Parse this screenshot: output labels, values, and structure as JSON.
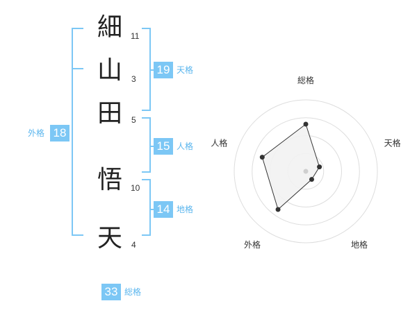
{
  "name": {
    "characters": [
      {
        "char": "細",
        "strokes": "11"
      },
      {
        "char": "山",
        "strokes": "3"
      },
      {
        "char": "田",
        "strokes": "5"
      },
      {
        "char": "悟",
        "strokes": "10"
      },
      {
        "char": "天",
        "strokes": "4"
      }
    ]
  },
  "kakusu": {
    "tenkaku": {
      "value": "19",
      "label": "天格"
    },
    "jinkaku": {
      "value": "15",
      "label": "人格"
    },
    "chikaku": {
      "value": "14",
      "label": "地格"
    },
    "gaikaku": {
      "value": "18",
      "label": "外格"
    },
    "soukaku": {
      "value": "33",
      "label": "総格"
    }
  },
  "colors": {
    "accent": "#7cc7f5",
    "accent_text": "#5bb6ee",
    "bracket": "#7cc7f5",
    "radar_fill": "#f2f2f2",
    "radar_grid": "#dddddd"
  },
  "chart_data": {
    "type": "radar",
    "axes": [
      "総格",
      "天格",
      "地格",
      "外格",
      "人格"
    ],
    "values": [
      3.3,
      1.0,
      0.7,
      3.3,
      3.2
    ],
    "rmax": 5,
    "rings": 4
  }
}
